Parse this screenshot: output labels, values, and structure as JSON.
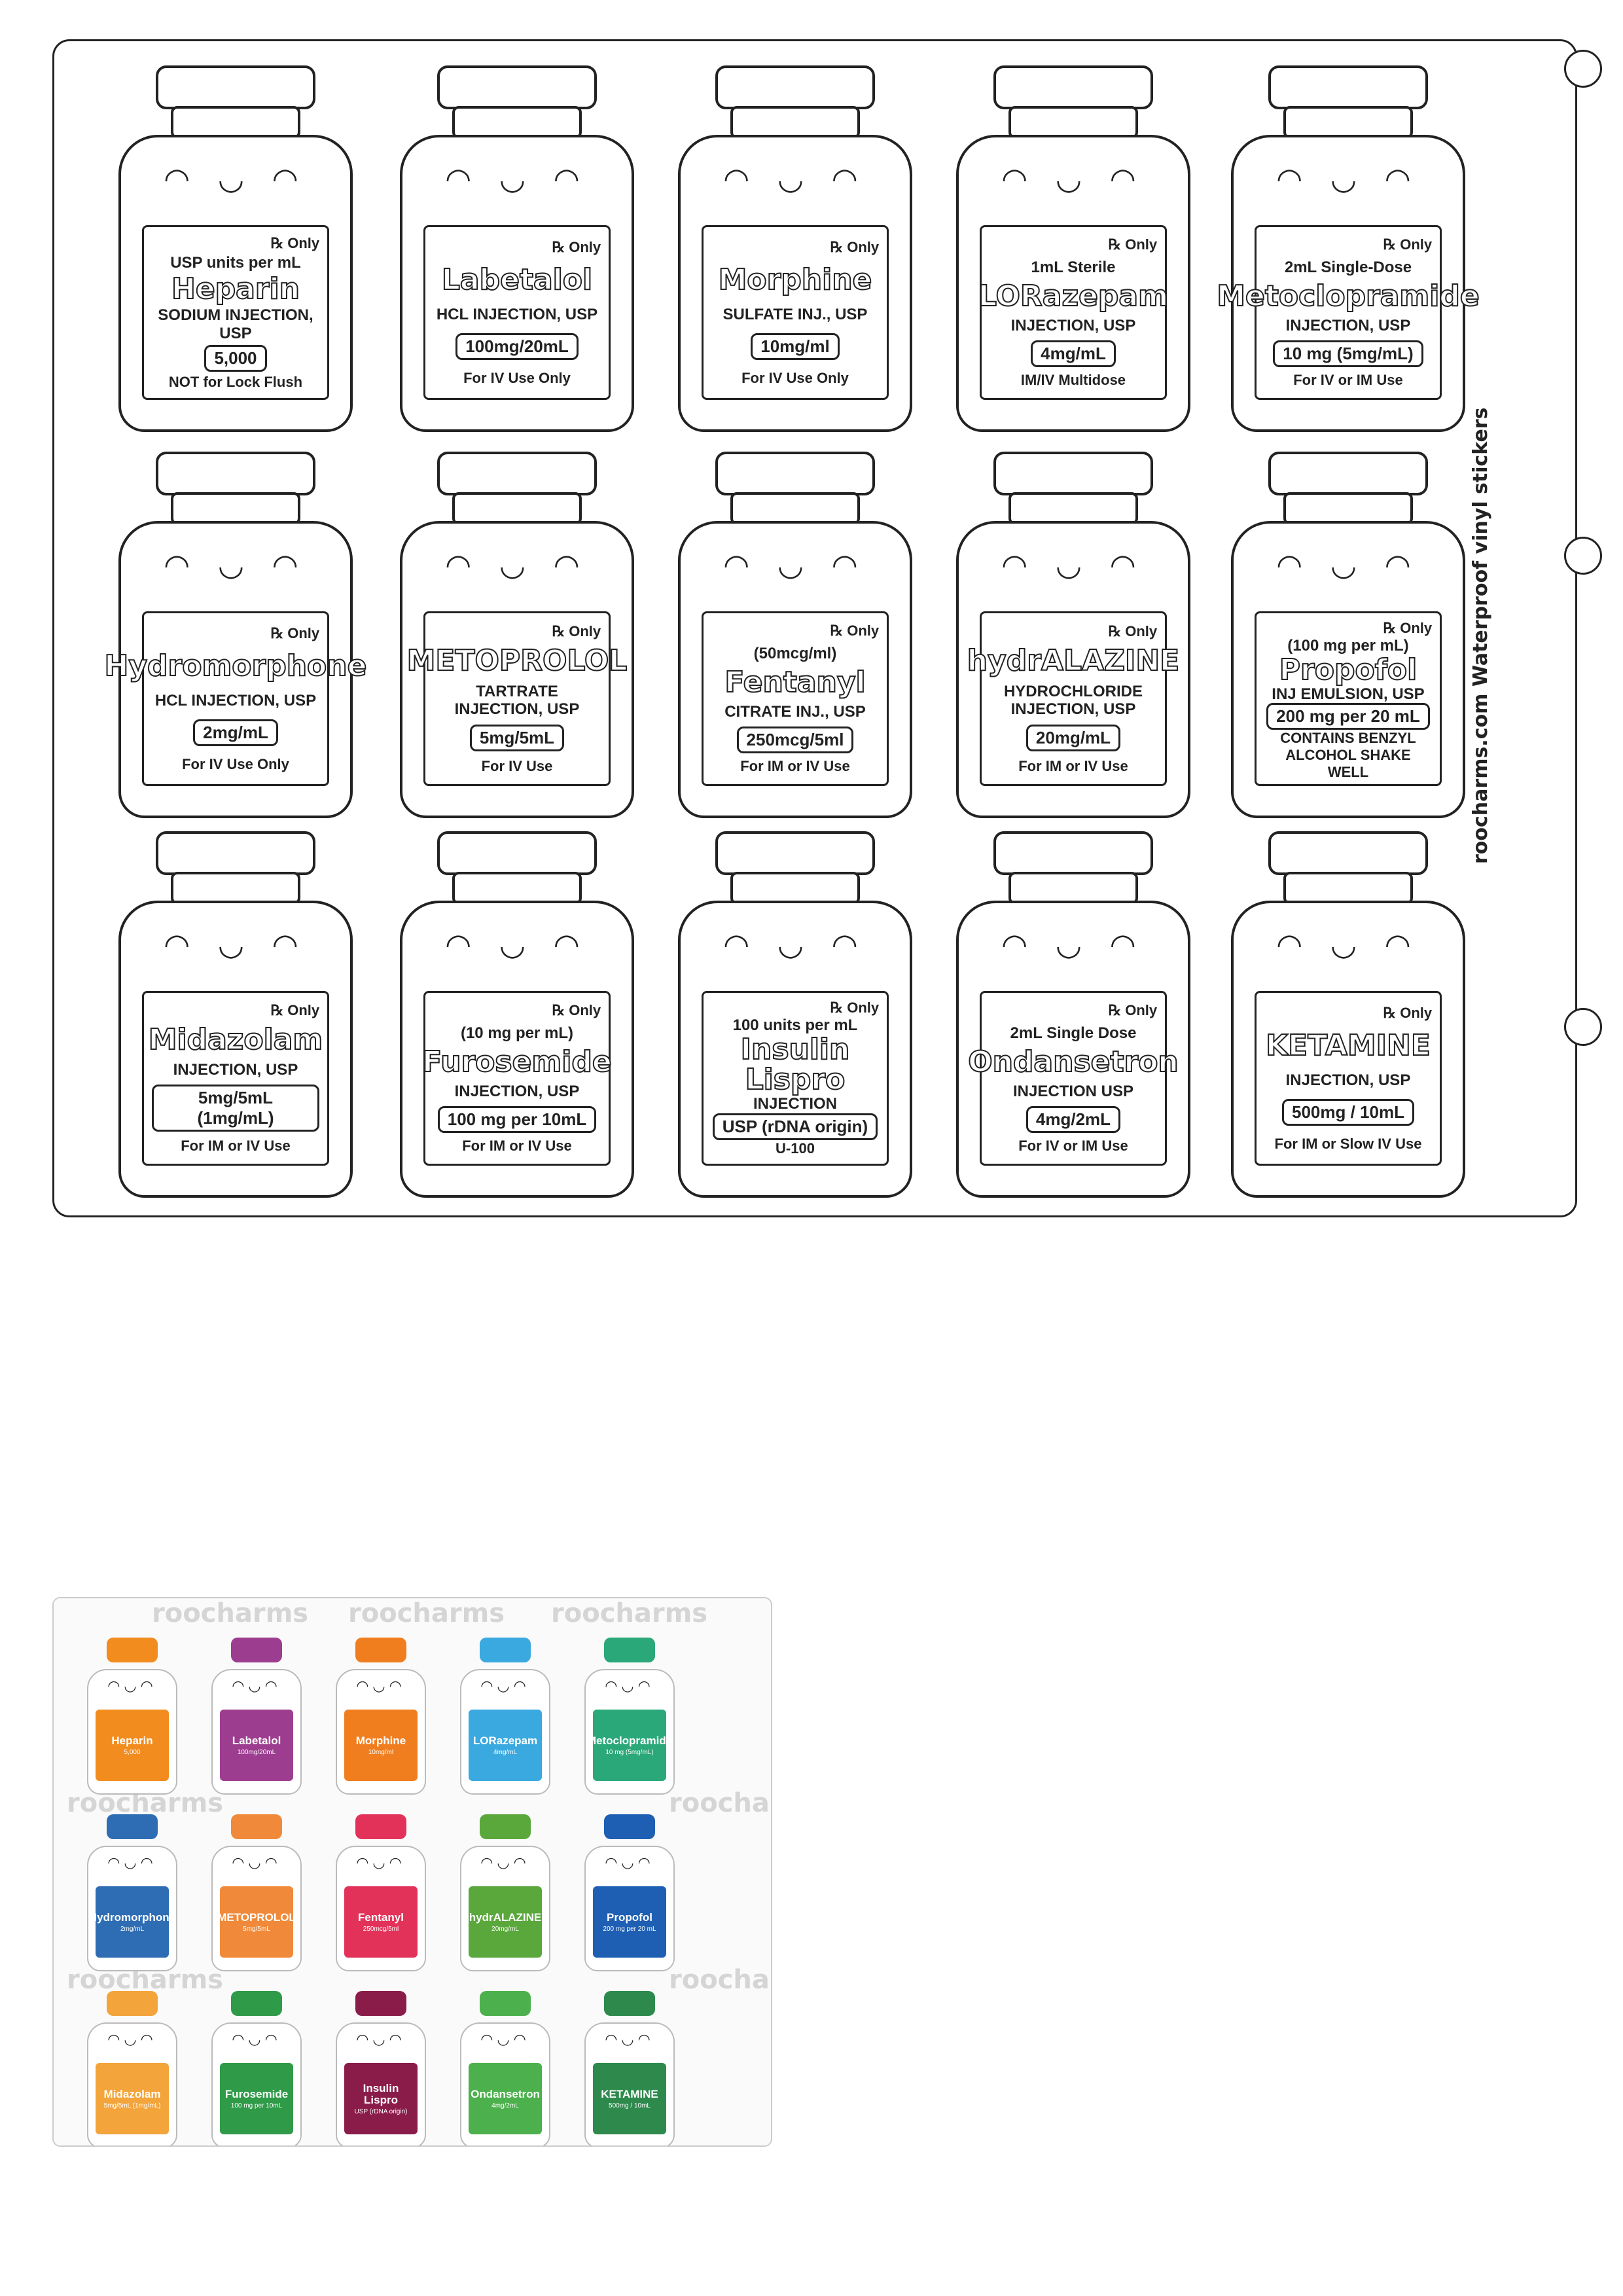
{
  "brand": {
    "site": "roocharms.com",
    "tagline": "Waterproof vinyl stickers",
    "watermark": "roocharms"
  },
  "rx_text": "℞ Only",
  "vials": [
    {
      "name": "Heparin",
      "sub": "SODIUM INJECTION, USP",
      "dose": "5,000",
      "extra": "USP units per mL",
      "foot": "NOT for Lock Flush",
      "color": "#f28c1e"
    },
    {
      "name": "Labetalol",
      "sub": "HCL INJECTION, USP",
      "dose": "100mg/20mL",
      "extra": "",
      "foot": "For IV Use Only",
      "color": "#9c3d8f"
    },
    {
      "name": "Morphine",
      "sub": "SULFATE INJ., USP",
      "dose": "10mg/ml",
      "extra": "",
      "foot": "For IV Use Only",
      "color": "#f07e1f"
    },
    {
      "name": "LORazepam",
      "sub": "INJECTION, USP",
      "dose": "4mg/mL",
      "extra": "1mL Sterile",
      "foot": "IM/IV Multidose",
      "color": "#3aa9e0"
    },
    {
      "name": "Metoclopramide",
      "sub": "INJECTION, USP",
      "dose": "10 mg (5mg/mL)",
      "extra": "2mL Single-Dose",
      "foot": "For IV or IM Use",
      "color": "#2aa87a"
    },
    {
      "name": "Hydromorphone",
      "sub": "HCL INJECTION, USP",
      "dose": "2mg/mL",
      "extra": "",
      "foot": "For IV Use Only",
      "color": "#2e6db4"
    },
    {
      "name": "METOPROLOL",
      "sub": "TARTRATE INJECTION, USP",
      "dose": "5mg/5mL",
      "extra": "",
      "foot": "For IV Use",
      "color": "#f08a3a"
    },
    {
      "name": "Fentanyl",
      "sub": "CITRATE INJ., USP",
      "dose": "250mcg/5ml",
      "extra": "(50mcg/ml)",
      "foot": "For IM or IV Use",
      "color": "#e3325a"
    },
    {
      "name": "hydrALAZINE",
      "sub": "HYDROCHLORIDE INJECTION, USP",
      "dose": "20mg/mL",
      "extra": "",
      "foot": "For IM or IV Use",
      "color": "#5aa83c"
    },
    {
      "name": "Propofol",
      "sub": "INJ EMULSION, USP",
      "dose": "200 mg per 20 mL",
      "extra": "(100 mg per mL)",
      "foot": "CONTAINS BENZYL ALCOHOL SHAKE WELL",
      "color": "#1e5fb4"
    },
    {
      "name": "Midazolam",
      "sub": "INJECTION, USP",
      "dose": "5mg/5mL (1mg/mL)",
      "extra": "",
      "foot": "For IM or IV Use",
      "color": "#f3a43a"
    },
    {
      "name": "Furosemide",
      "sub": "INJECTION, USP",
      "dose": "100 mg per 10mL",
      "extra": "(10 mg per mL)",
      "foot": "For IM or IV Use",
      "color": "#2f9a48"
    },
    {
      "name": "Insulin Lispro",
      "sub": "INJECTION",
      "dose": "USP (rDNA origin)",
      "extra": "100 units per mL",
      "foot": "U-100",
      "color": "#8a1c4a"
    },
    {
      "name": "Ondansetron",
      "sub": "INJECTION USP",
      "dose": "4mg/2mL",
      "extra": "2mL Single Dose",
      "foot": "For IV or IM Use",
      "color": "#4cb14c"
    },
    {
      "name": "KETAMINE",
      "sub": "INJECTION, USP",
      "dose": "500mg / 10mL",
      "extra": "",
      "foot": "For IM or Slow IV Use",
      "color": "#2d8a4c"
    }
  ]
}
